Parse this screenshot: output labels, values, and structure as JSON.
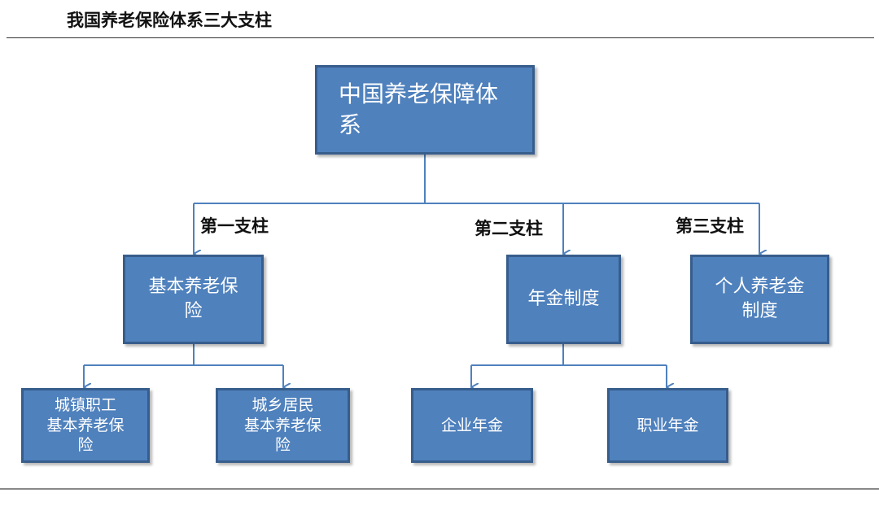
{
  "page_title": "我国养老保险体系三大支柱",
  "root": {
    "label": "中国养老保障体\n系"
  },
  "pillars": [
    {
      "label": "第一支柱",
      "node": "基本养老保\n险",
      "children": [
        "城镇职工\n基本养老保\n险",
        "城乡居民\n基本养老保\n险"
      ]
    },
    {
      "label": "第二支柱",
      "node": "年金制度",
      "children": [
        "企业年金",
        "职业年金"
      ]
    },
    {
      "label": "第三支柱",
      "node": "个人养老金\n制度",
      "children": []
    }
  ],
  "colors": {
    "node_fill": "#4f81bd",
    "node_border": "#375d8c",
    "connector": "#4f81bd"
  }
}
